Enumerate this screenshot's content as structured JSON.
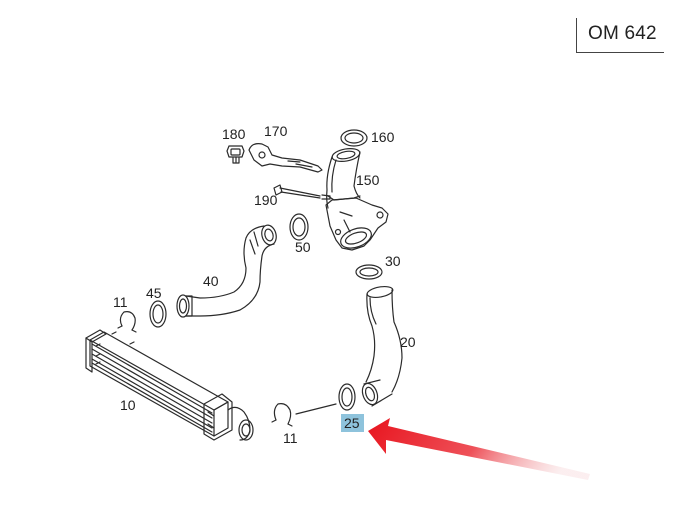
{
  "engine_code": "OM 642",
  "labels": {
    "p180": "180",
    "p170": "170",
    "p160": "160",
    "p150": "150",
    "p190": "190",
    "p50": "50",
    "p30": "30",
    "p40": "40",
    "p45": "45",
    "p11_top": "11",
    "p20": "20",
    "p10": "10",
    "p11_bottom": "11",
    "p25": "25"
  },
  "colors": {
    "line": "#2b2b2b",
    "highlight": "#8ec3dc",
    "arrow": "#e8202a"
  }
}
